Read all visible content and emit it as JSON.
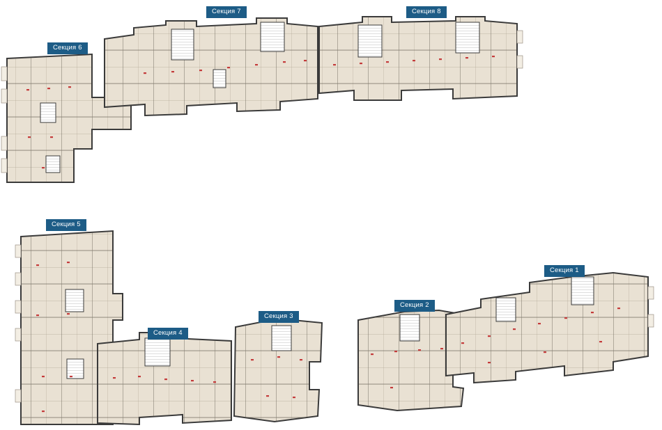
{
  "page": {
    "background": "#ffffff",
    "type": "residential-complex-floor-plan"
  },
  "colors": {
    "section_label_bg": "#1d5c86",
    "section_label_text": "#ffffff",
    "wall": "#3a3a3a",
    "floor_fill": "#e9e1d3",
    "stair_core_fill": "#ffffff",
    "door_accent": "#c43b3b",
    "unit_divider": "#b3a897"
  },
  "sections": [
    {
      "id": 1,
      "label": "Секция 1"
    },
    {
      "id": 2,
      "label": "Секция 2"
    },
    {
      "id": 3,
      "label": "Секция 3"
    },
    {
      "id": 4,
      "label": "Секция 4"
    },
    {
      "id": 5,
      "label": "Секция 5"
    },
    {
      "id": 6,
      "label": "Секция 6"
    },
    {
      "id": 7,
      "label": "Секция 7"
    },
    {
      "id": 8,
      "label": "Секция 8"
    }
  ]
}
